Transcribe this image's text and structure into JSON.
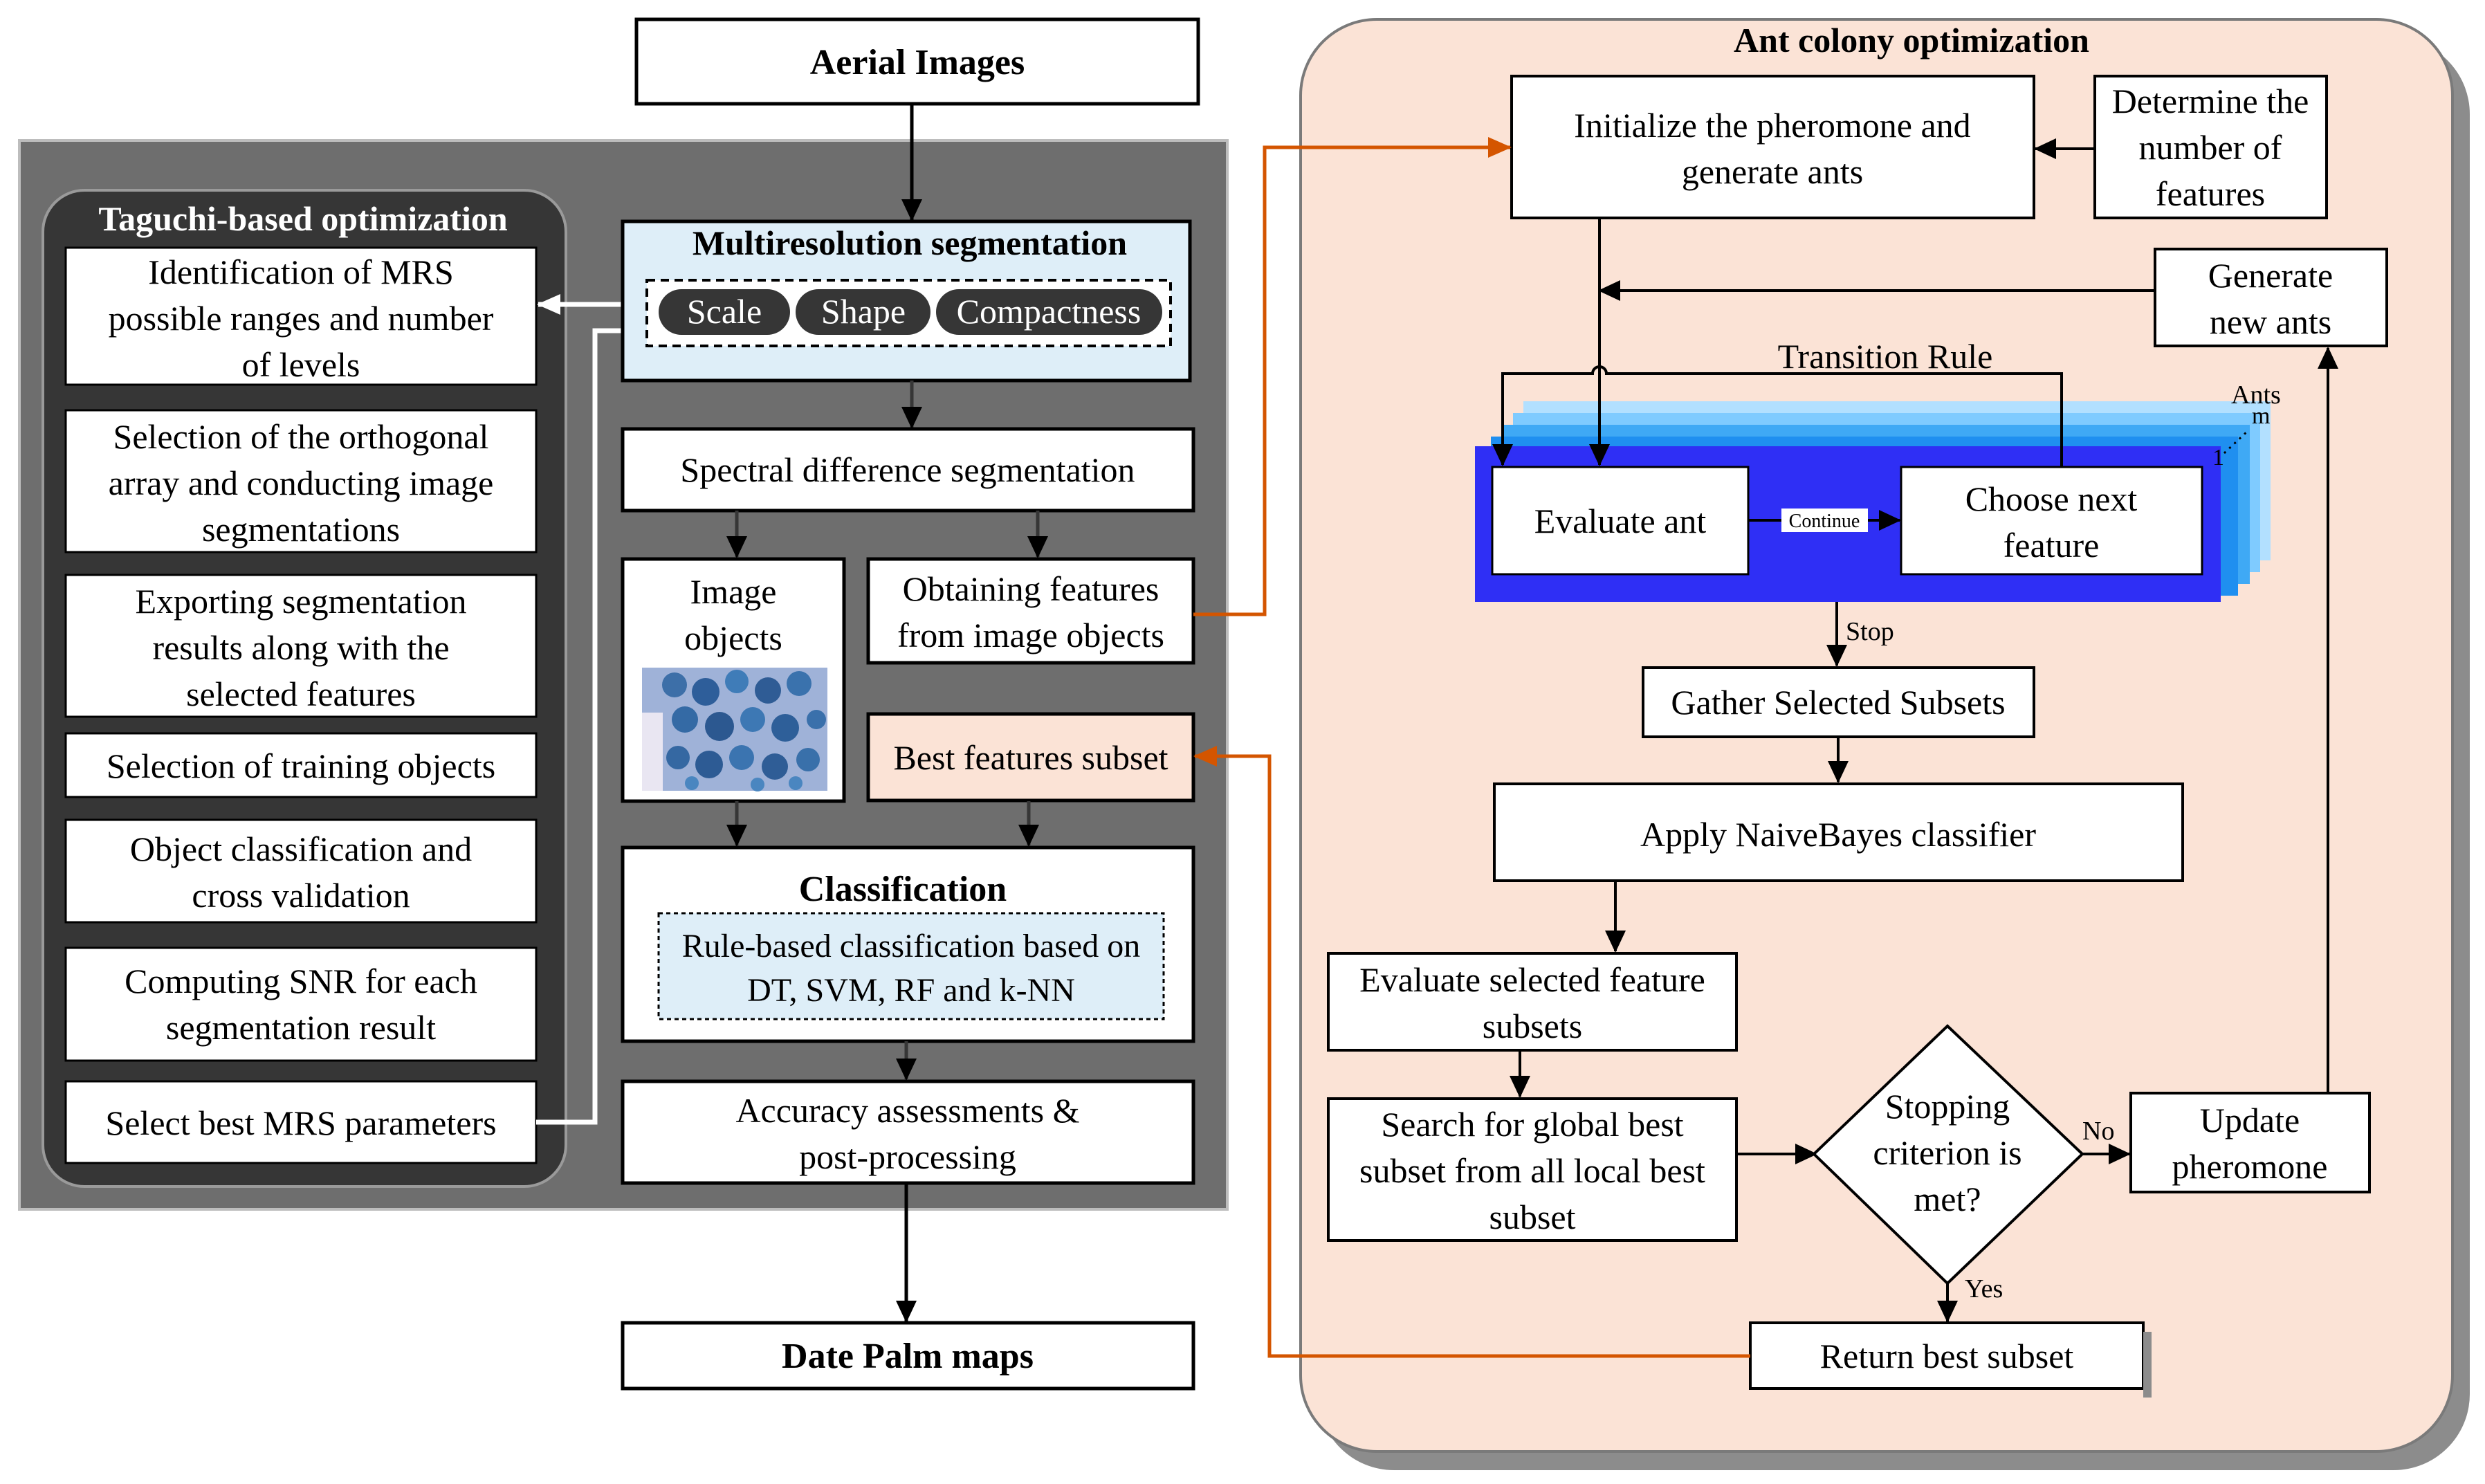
{
  "colors": {
    "left_panel_fill": "#6e6e6e",
    "taguchi_panel_fill": "#363636",
    "aco_panel_fill": "#fbe3d6",
    "blue_light_fill": "#deeef8",
    "ant_dark_blue": "#2f2ff5",
    "ant_stack_blues": [
      "#1f8ff0",
      "#3fa9f5",
      "#7fcbff",
      "#b2e0ff"
    ],
    "orange_connector": "#d45500",
    "best_subset_fill": "#fbe3d6"
  },
  "top": {
    "aerial_images": "Aerial Images"
  },
  "taguchi": {
    "title": "Taguchi-based optimization",
    "steps": [
      [
        "Identification of MRS",
        "possible ranges and number",
        "of levels"
      ],
      [
        "Selection of the orthogonal",
        "array and conducting image",
        "segmentations"
      ],
      [
        "Exporting segmentation",
        "results along with the",
        "selected features"
      ],
      [
        "Selection of training objects"
      ],
      [
        "Object classification and",
        "cross validation"
      ],
      [
        "Computing SNR for each",
        "segmentation result"
      ],
      [
        "Select best MRS parameters"
      ]
    ]
  },
  "mrs": {
    "title": "Multiresolution segmentation",
    "params": [
      "Scale",
      "Shape",
      "Compactness"
    ]
  },
  "pipeline": {
    "spectral": "Spectral difference segmentation",
    "image_objects": [
      "Image",
      "objects"
    ],
    "obtaining": [
      "Obtaining features",
      "from image objects"
    ],
    "best_subset": "Best features subset",
    "classification_title": "Classification",
    "classification_body": [
      "Rule-based classification based on",
      "DT, SVM, RF and k-NN"
    ],
    "accuracy": [
      "Accuracy assessments &",
      "post-processing"
    ],
    "output": "Date Palm maps"
  },
  "aco": {
    "title": "Ant colony optimization",
    "initialize": [
      "Initialize the pheromone and",
      "generate ants"
    ],
    "determine": [
      "Determine the",
      "number of",
      "features"
    ],
    "generate_new": [
      "Generate",
      "new ants"
    ],
    "transition_rule": "Transition Rule",
    "ants_label": "Ants",
    "ant_index_m": "m",
    "ant_index_1": "1",
    "evaluate_ant": "Evaluate ant",
    "continue_label": "Continue",
    "choose_next": [
      "Choose next",
      "feature"
    ],
    "stop_label": "Stop",
    "gather": "Gather Selected Subsets",
    "naive_bayes": "Apply NaiveBayes classifier",
    "evaluate_subsets": [
      "Evaluate selected feature",
      "subsets"
    ],
    "search_global": [
      "Search for global best",
      "subset from all local best",
      "subset"
    ],
    "stopping": [
      "Stopping",
      "criterion is",
      "met?"
    ],
    "no_label": "No",
    "yes_label": "Yes",
    "update": [
      "Update",
      "pheromone"
    ],
    "return_best": "Return best subset"
  }
}
